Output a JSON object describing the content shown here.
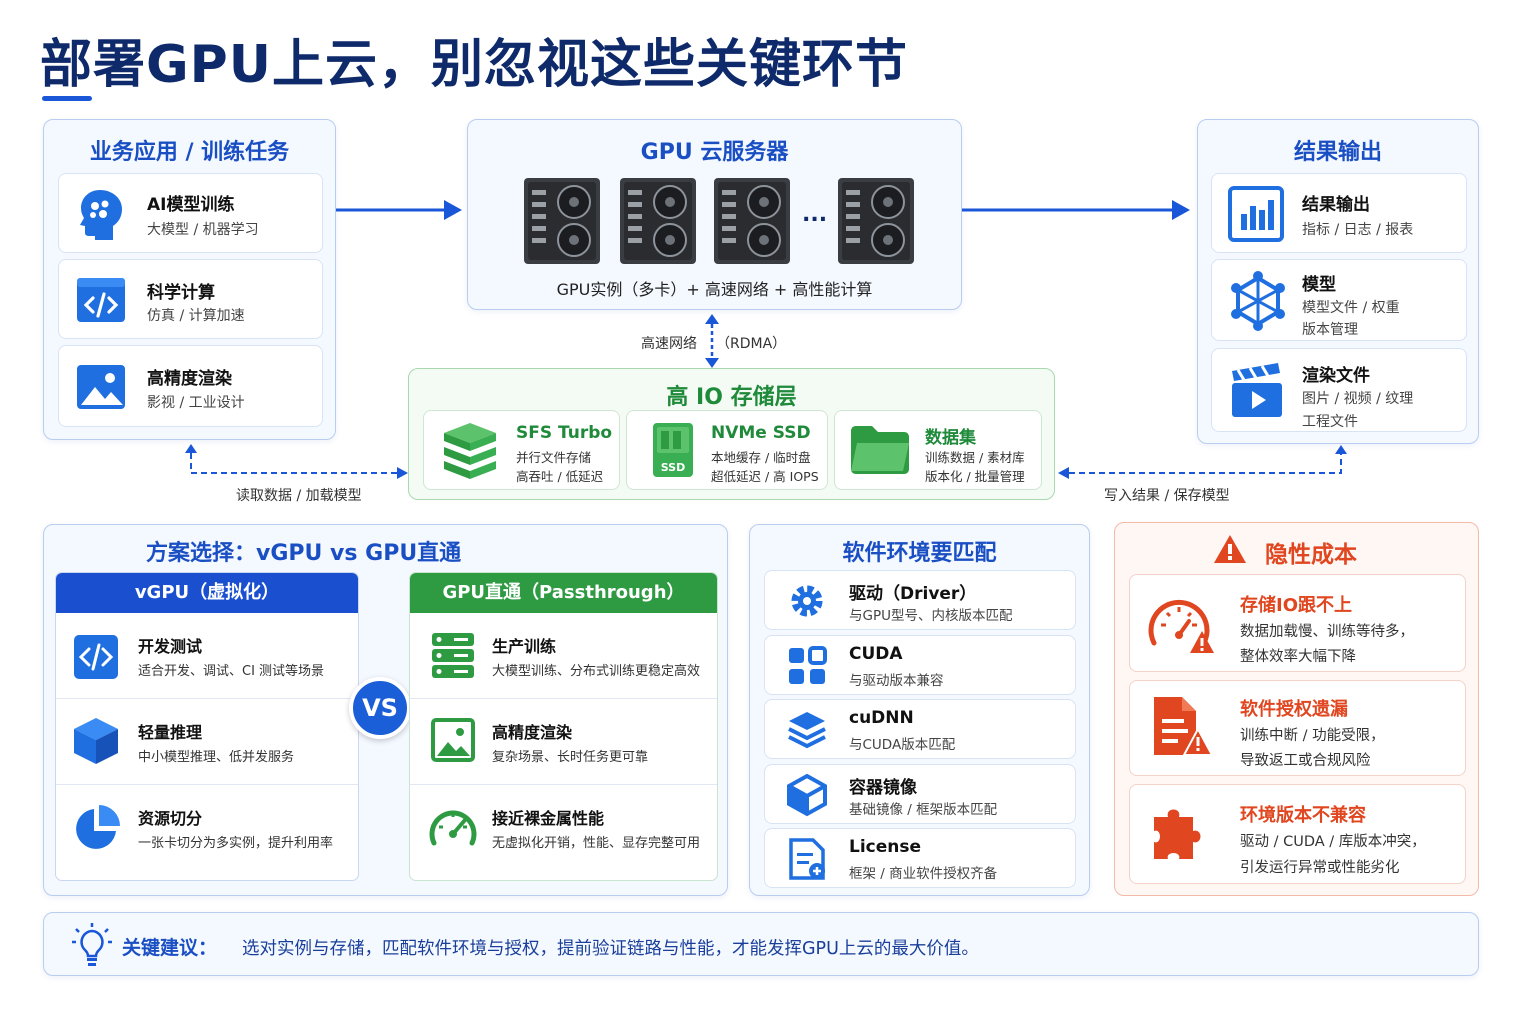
{
  "title": "部署GPU上云，别忽视这些关键环节",
  "business": {
    "title": "业务应用 / 训练任务",
    "items": [
      {
        "title": "AI模型训练",
        "sub": "大模型 / 机器学习",
        "icon": "ai-head-icon"
      },
      {
        "title": "科学计算",
        "sub": "仿真 / 计算加速",
        "icon": "code-window-icon"
      },
      {
        "title": "高精度渲染",
        "sub": "影视 / 工业设计",
        "icon": "image-icon"
      }
    ]
  },
  "gpu_server": {
    "title": "GPU 云服务器",
    "ellipsis": "...",
    "caption": "GPU实例（多卡）+ 高速网络 + 高性能计算"
  },
  "results": {
    "title": "结果输出",
    "items": [
      {
        "title": "结果输出",
        "sub": "指标 / 日志 / 报表",
        "icon": "bar-chart-icon"
      },
      {
        "title": "模型",
        "sub": "模型文件 / 权重",
        "sub2": "版本管理",
        "icon": "network-cube-icon"
      },
      {
        "title": "渲染文件",
        "sub": "图片 / 视频 / 纹理",
        "sub2": "工程文件",
        "icon": "clapper-icon"
      }
    ]
  },
  "network_label": "高速网络",
  "network_label2": "（RDMA）",
  "storage": {
    "title": "高 IO 存储层",
    "items": [
      {
        "title": "SFS Turbo",
        "sub": "并行文件存储",
        "sub2": "高吞吐 / 低延迟",
        "icon": "storage-stack-icon"
      },
      {
        "title": "NVMe SSD",
        "sub": "本地缓存 / 临时盘",
        "sub2": "超低延迟 / 高 IOPS",
        "icon": "ssd-icon",
        "badge": "SSD"
      },
      {
        "title": "数据集",
        "sub": "训练数据 / 素材库",
        "sub2": "版本化 / 批量管理",
        "icon": "folder-icon"
      }
    ]
  },
  "flow_left": "读取数据 / 加载模型",
  "flow_right": "写入结果 / 保存模型",
  "choice": {
    "title": "方案选择：vGPU vs GPU直通",
    "vs": "VS",
    "vgpu": {
      "header": "vGPU（虚拟化）",
      "rows": [
        {
          "title": "开发测试",
          "sub": "适合开发、调试、CI 测试等场景",
          "icon": "code-icon"
        },
        {
          "title": "轻量推理",
          "sub": "中小模型推理、低并发服务",
          "icon": "cube-icon"
        },
        {
          "title": "资源切分",
          "sub": "一张卡切分为多实例，提升利用率",
          "icon": "pie-icon"
        }
      ]
    },
    "passthrough": {
      "header": "GPU直通（Passthrough）",
      "rows": [
        {
          "title": "生产训练",
          "sub": "大模型训练、分布式训练更稳定高效",
          "icon": "server-icon"
        },
        {
          "title": "高精度渲染",
          "sub": "复杂场景、长时任务更可靠",
          "icon": "picture-icon"
        },
        {
          "title": "接近裸金属性能",
          "sub": "无虚拟化开销，性能、显存完整可用",
          "icon": "speedometer-icon"
        }
      ]
    }
  },
  "software": {
    "title": "软件环境要匹配",
    "items": [
      {
        "title": "驱动（Driver）",
        "sub": "与GPU型号、内核版本匹配",
        "icon": "gear-icon"
      },
      {
        "title": "CUDA",
        "sub": "与驱动版本兼容",
        "icon": "grid-icon"
      },
      {
        "title": "cuDNN",
        "sub": "与CUDA版本匹配",
        "icon": "layers-icon"
      },
      {
        "title": "容器镜像",
        "sub": "基础镜像 / 框架版本匹配",
        "icon": "container-icon"
      },
      {
        "title": "License",
        "sub": "框架 / 商业软件授权齐备",
        "icon": "license-icon"
      }
    ]
  },
  "hidden_cost": {
    "title": "隐性成本",
    "items": [
      {
        "title": "存储IO跟不上",
        "sub": "数据加载慢、训练等待多，",
        "sub2": "整体效率大幅下降",
        "icon": "gauge-warning-icon"
      },
      {
        "title": "软件授权遗漏",
        "sub": "训练中断 / 功能受限，",
        "sub2": "导致返工或合规风险",
        "icon": "document-warning-icon"
      },
      {
        "title": "环境版本不兼容",
        "sub": "驱动 / CUDA / 库版本冲突，",
        "sub2": "引发运行异常或性能劣化",
        "icon": "puzzle-icon"
      }
    ]
  },
  "advice": {
    "label": "关键建议：",
    "text": "选对实例与存储，匹配软件环境与授权，提前验证链路与性能，才能发挥GPU上云的最大价值。"
  },
  "colors": {
    "primary": "#1a4fc4",
    "green": "#2e9b43",
    "red": "#e0461f",
    "navy": "#0e2a6b"
  }
}
